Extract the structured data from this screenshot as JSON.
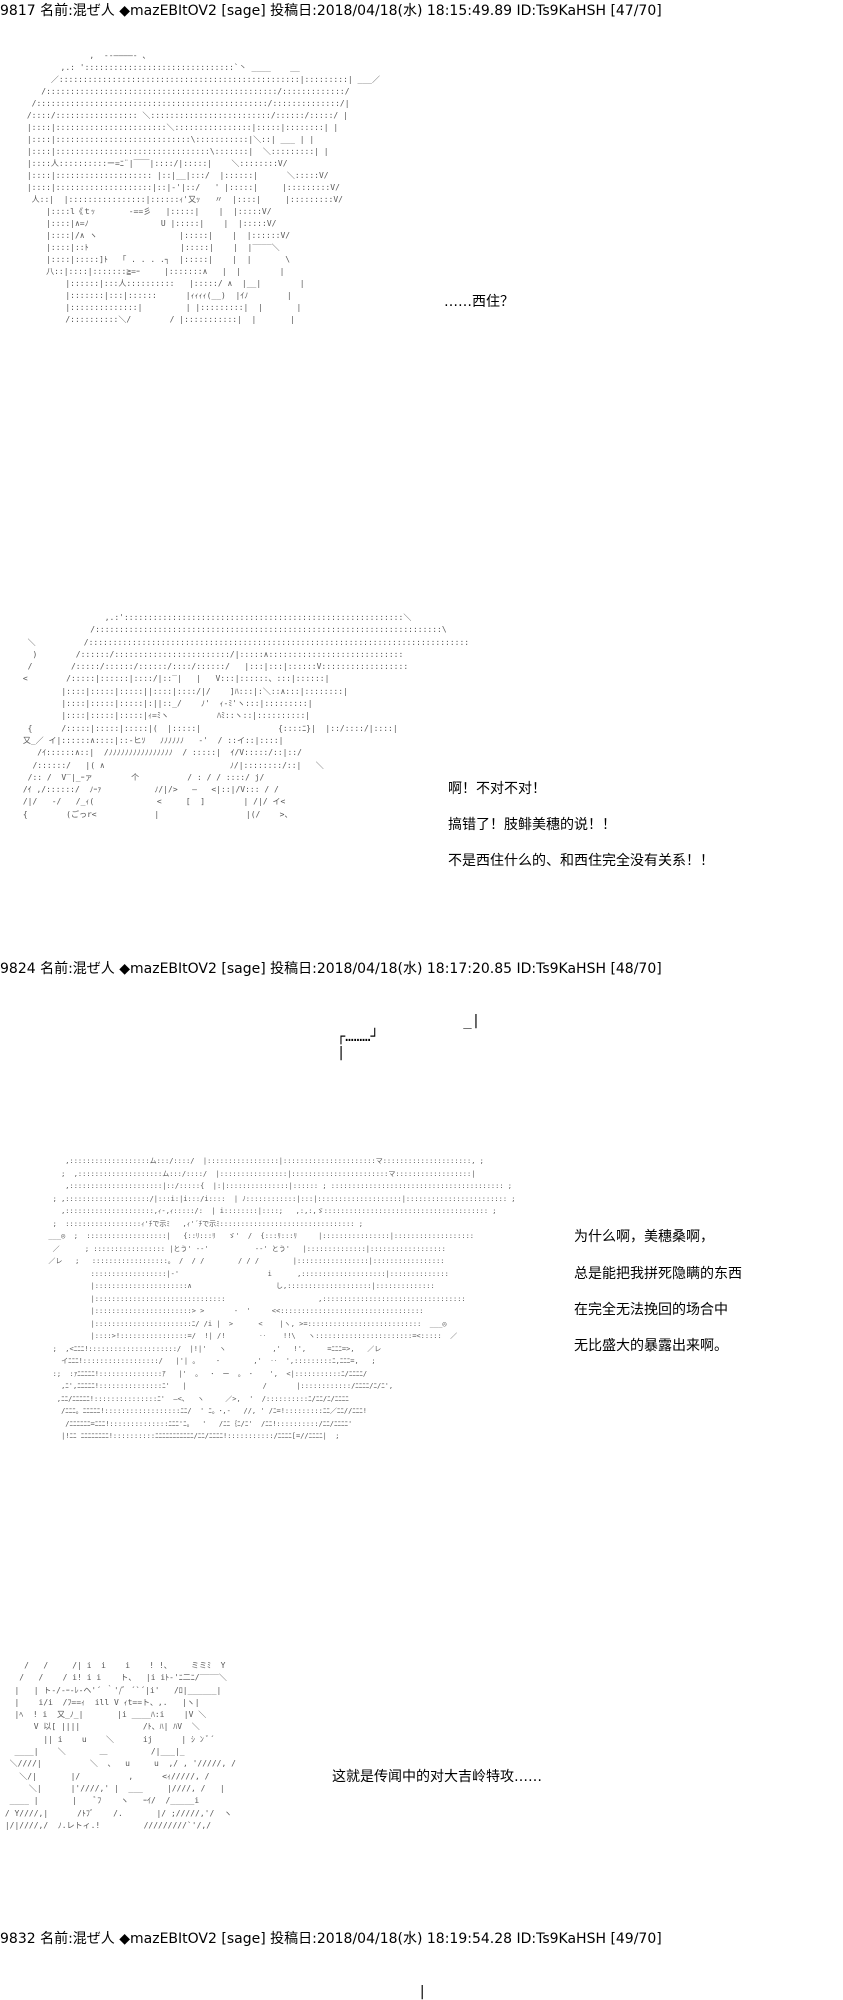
{
  "posts": [
    {
      "header": "9817 名前:混ぜ人 ◆mazEBItOV2 [sage] 投稿日:2018/04/18(水) 18:15:49.89 ID:Ts9KaHSH [47/70]",
      "art": [
        "              ,  -‐――――- 、",
        "        ,.: ':::::::::::::::::::::::::::::::`丶 ____    __",
        "      ／::::::::::::::::::::::::::::::::::::::::::::::::::|:::::::::| ___／",
        "    /::::::::::::::::::::::::::::::::::::::::::::::::/:::::::::::::/",
        "  /::::::::::::::::::::::::::::::::::::::::::::::::/::::::::::::::/|",
        " /::::/::::::::::::::::: ＼:::::::::::::::::::::::::/::::::/:::::/ |",
        " |::::|:::::::::::::::::::::::＼::::::::::::::::|:::::|::::::::| |",
        " |::::|::::::::::::::::::::::::::::\\:::::::::::|＼::| ___ | |",
        " |::::|::::::::::::::::::::::::::::::::\\:::::::|  ＼:::::::::| |",
        " |::::人::::::::::ー=ﾆ¨|￣￣|::::/|:::::|    ＼::::::::V/",
        " |::::|:::::::::::::::::::: |::|__|:::/  |::::::|      ＼:::::V/",
        " |::::|::::::::::::::::::::|::|‐'|::/   ' |:::::|     |:::::::::V/",
        "  人::|  |::::::::::::::::|::::::ｨ'又ｯ   〃  |::::|     |:::::::::V/",
        "     |::::l《ｔｯ       ‐==彡   |:::::|    |  |:::::V/",
        "     |::::|∧=ﾉ               U |:::::|    |  |:::::V/",
        "     |::::|/∧ ヽ                 |:::::|    |  |::::::V/",
        "     |::::|::ﾄ                   |:::::|    |  |‾‾‾‾＼",
        "     |::::|:::::]ﾄ   ｢ . . . .┐  |:::::|    |  |       \\",
        "     八::|::::|:::::::≧=ｰ     |:::::::∧   |  |        |",
        "         |::::::|:::人::::::::::   |:::::/ ∧  |__|        |",
        "         |:::::::|:::|::::::      |ｨｨｨｨ(__)  |ｲﾉ        |",
        "         |::::::::::::::|         | |:::::::::|  |       |",
        "         /::::::::::＼/        / |:::::::::::|  |       |"
      ],
      "dialogue": [
        "……西住？"
      ]
    },
    {
      "header": "",
      "art": [
        "                  ,.:'::::::::::::::::::::::::::::::::::::::::::::::::::::::::::＼",
        "               /::::::::::::::::::::::::::::::::::::::::::::::::::::::::::::::::::::::::\\",
        "  ＼          /:::::::::::::::::::::::::::::::::::::::::::::::::::::::::::::::::::::::::::::::",
        "   )        /::::::/::::::::::::::::::::::::/|:::::∧::::::::::::::::::::::::::::",
        "  /        /:::::/::::::/::::::/::::/::::::/   |:::|:::|::::::V::::::::::::::::::",
        " <        /:::::|::::::|::::/|::‾|   |   V:::|::::::、:::|::::::|",
        "         |::::|:::::|:::::||::::|::::/|/    ]ﾊ:::|:＼::∧:::|::::::::|",
        "         |::::|:::::|:::::|:||::_/    ﾉ'  ｨ-ﾐ'ヽ:::|:::::::::|",
        "         |::::|:::::|:::::|ｨ=ﾐヽ          ﾊﾐ::ヽ::|::::::::::|",
        "  {      /:::::|:::::|:::::|(  |:::::|                {::::ﾆ}|  |::/::::/|::::|",
        " 又_／ イ|::::::∧::::|::‐ヒｿ   ﾉﾉﾉﾉﾉﾉ   ‐'  / ::イ::|::::|",
        "    /ｲ::::::∧::|  /ﾉﾉﾉﾉﾉﾉﾉﾉﾉﾉﾉﾉﾉﾉﾉﾉ  / :::::|  ｲ/V:::::/::|::/",
        "   /::::::/   |( ∧                          ﾉ/|::::::::/::|   ＼",
        "  /:: /  V‾|_ｰァ        个          / : / / ::::/ j/",
        " /ｲ ,/::::::/  ﾉｰｧ           ﾉ/|/>   ―   <|::|/V::: / /",
        " /|/   -/   /_ｨ(             <     [  ]        | /|/ イ<",
        " {        (ごっr<            |                  |(/    >、"
      ],
      "dialogue": [
        "啊！不对不对！",
        "搞错了！肢鲱美穗的说！！",
        "不是西住什么的、和西住完全没有关系！！"
      ]
    },
    {
      "header": "9824 名前:混ぜ人 ◆mazEBItOV2 [sage] 投稿日:2018/04/18(水) 18:17:20.85 ID:Ts9KaHSH [48/70]",
      "pause": "                 _|\n  ┌………┘\n  |",
      "art": [
        "      ,:::::::::::::::::::ム:::/::::/  |:::::::::::::::::|::::::::::::::::::::::マ:::::::::::::::::::::, ;",
        "     ;  ,::::::::::::::::::::ム:::/::::/  |::::::::::::::::|:::::::::::::::::::::::マ::::::::::::::::::|",
        "      ,::::::::::::::::::::::|::/:::::{  |:|:::::::::::::::|:::::: ; ::::::::::::::::::::::::::::::::::::::::: ;",
        "   ; ,::::::::::::::::::::/|:::i:|i:::/i::::  | ﾉ::::::::::::|:::|::::::::::::::::::::|:::::::::::::::::::::::: ;",
        "     ,:::::::::::::::::::::,ｨ‐,ｨ:::::/:  | i::::::::|::::;   ,:,:,ゞ::::::::::::::::::::::::::::::::::::::: ;",
        "   ;  ::::::::::::::::::ｨ'ﾁで示ﾐ   ,ｨ'´ﾁで示ﾐ:::::::::::::::::::::::::::::::: ;",
        "  ___◎  ;  :::::::::::::::::::|   {::ﾘ:::ﾘ   ゞ'  /  {:::ﾘ:::ﾘ     |::::::::::::::::|:::::::::::::::::::",
        "   ／      ; ::::::::::::::::: |とう' -‐'           -‐' とう'   |::::::::::::::|::::::::::::::::::",
        "  ／レ   ;   ::::::::::::::::::。 /  / /        / / /        |:::::::::::::::::|:::::::::::::::::",
        "            ::::::::::::::::::|‐'                     i      ,::::::::::::::::::::|::::::::::::::",
        "            |::::::::::::::::::::::∧                    し,::::::::::::::::::::|::::::::::::::",
        "            |:::::::::::::::::::::::::::::::                      ,::::::::::::::::::::::::::::::::::",
        "            |:::::::::::::::::::::::> >       ‐  '     <<::::::::::::::::::::::::::::::::::",
        "            |:::::::::::::::::::::::ﾆ/ /i |  >      <    |ヽ, >=:::::::::::::::::::::::::::  ___◎",
        "            |::::>!::::::::::::::::=/  !| /!        ‥    !!\\   ヽ:::::::::::::::::::::::=<:::::  ／",
        "   ;  ,<ﾆﾆﾆ!:::::::::::::::::::::/  |!|'   ヽ           ,'   !',     =ﾆﾆﾆ=>,   ／レ",
        "     イﾆﾆﾆ!::::::::::::::::::/   |'| 。    ･        ,'  ‥  ',:::::::::ﾆ,ﾆﾆﾆ=,   ;",
        "   :;  :ｧﾆﾆﾆﾆﾆ!:::::::::::::::ｱ   |'  。  ･  ー  。 ･    ',  <|:::::::::::ﾆ/ﾆﾆﾆﾆ/",
        "     ,ﾆ',ﾆﾆﾆﾆﾆ!:::::::::::::::ﾆ'   |                  /       |::::::::::::/ﾆﾆﾆﾆ/ﾆ/ﾆ',",
        "    ,ﾆﾆ/ﾆﾆﾆﾆﾆ!:::::::::::::::ﾆ'  ―<、  ヽ     ／>,  '  /::::::::::ﾆ/ﾆﾆ/ﾆ/ﾆﾆﾆﾆ",
        "     /ﾆﾆﾆ。ﾆﾆﾆﾆﾆ!::::::::::::::::::ﾆﾆ/  ' ﾆ。･,-   //, ' /ﾆ=!:::::::::ﾆﾆ／ﾆﾆ//ﾆﾆﾆ!",
        "      /ﾆﾆﾆﾆﾆﾆ=ﾆﾆﾆ!::::::::::::::ﾆﾆﾆ'ﾆ。  '   /ﾆﾆ｛ﾆ/ﾆ'  /ﾆﾆ!::::::::::/ﾆﾆ/ﾆﾆﾆﾆ'",
        "     |!ﾆﾆ ﾆﾆﾆﾆﾆﾆﾆﾆ!::::::::::ﾆﾆﾆﾆﾆﾆﾆﾆﾆﾆﾆ/ﾆﾆ/ﾆﾆﾆﾆ!:::::::::::/ﾆﾆﾆﾆ[=//ﾆﾆﾆﾆ|  ;"
      ],
      "dialogue": [
        "为什么啊，美穗桑啊，",
        "总是能把我拼死隐瞒的东西",
        "在完全无法挽回的场合中",
        "无比盛大的暴露出来啊。"
      ]
    },
    {
      "header": "",
      "art": [
        "     /   /     /| i  i    i    ! !、    ミミﾐ  Y",
        "    /   /    / i! i i    ト、  |i iﾄ‐'ﾆ二ﾆ/‾‾‾‾＼",
        "   |   | ト‐/‐ｰ‐ﾚ‐ヘ'´ ｀'/ﾞ ´`´|i'   /ﾛ|______|",
        "   |    i/i  /ﾌ==ｨ  ill V ｨt==ト、,.   |ヽ|",
        "   |ﾍ  ! i  又_ﾉ_|       |i ____ﾊ:i    |V ＼",
        "       V 以[ ||||             /ﾄ、ﾊ| ﾊV  ＼",
        "         || i    u    ＼      ij      | ｼ ﾝ ﾞ´",
        "   ____|    ＼       ＿         /|___|_",
        "  ＼////|          ＼  、  u     u  ,/ , '/////, /",
        "    ＼/|       |/          ,      <ｨ/////, /",
        "      ＼|      |'////,' |  ___     |////, /   |",
        "  ____ |       |    ﾞﾌ    ヽ   ｰｲ/  /_____i",
        " / Y////,|      /ﾄﾌﾞ    /.       |/ ;/////,'/  ヽ",
        " |/|////,/  ﾉ.レトィ.!         /////////`'/,/"
      ],
      "dialogue": [
        "这就是传闻中的对大吉岭特攻……"
      ]
    },
    {
      "header": "9832 名前:混ぜ人 ◆mazEBItOV2 [sage] 投稿日:2018/04/18(水) 18:19:54.28 ID:Ts9KaHSH [49/70]",
      "pause": "|",
      "art": [],
      "dialogue": []
    }
  ]
}
